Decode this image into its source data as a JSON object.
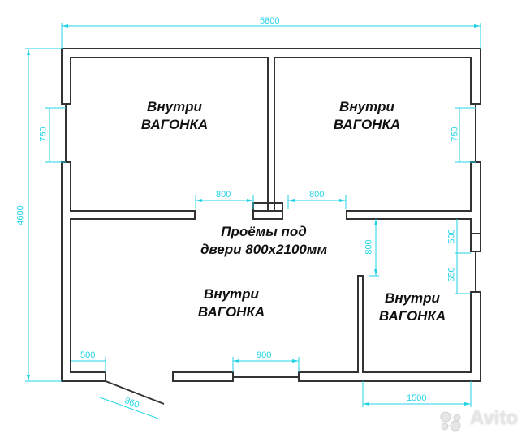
{
  "plan": {
    "overall_width_mm": "5800",
    "overall_height_mm": "4600",
    "colors": {
      "wall": "#333333",
      "dimension": "#22d3e6",
      "text": "#111111",
      "watermark": "#e6e6e6"
    }
  },
  "rooms": [
    {
      "line1": "Внутри",
      "line2": "ВАГОНКА"
    },
    {
      "line1": "Внутри",
      "line2": "ВАГОНКА"
    },
    {
      "line1": "Внутри",
      "line2": "ВАГОНКА"
    },
    {
      "line1": "Внутри",
      "line2": "ВАГОНКА"
    }
  ],
  "note": {
    "line1": "Проёмы под",
    "line2": "двери 800х2100мм"
  },
  "dimensions": {
    "top_total": "5800",
    "left_total": "4600",
    "left_window": "750",
    "right_window": "750",
    "door_left_top": "800",
    "door_right_top": "800",
    "door_bath": "800",
    "right_wall_upper": "500",
    "right_window_lower": "550",
    "entry_offset": "500",
    "entry_door": "860",
    "front_window": "900",
    "bath_width": "1500"
  },
  "watermark": {
    "text": "Avito"
  }
}
